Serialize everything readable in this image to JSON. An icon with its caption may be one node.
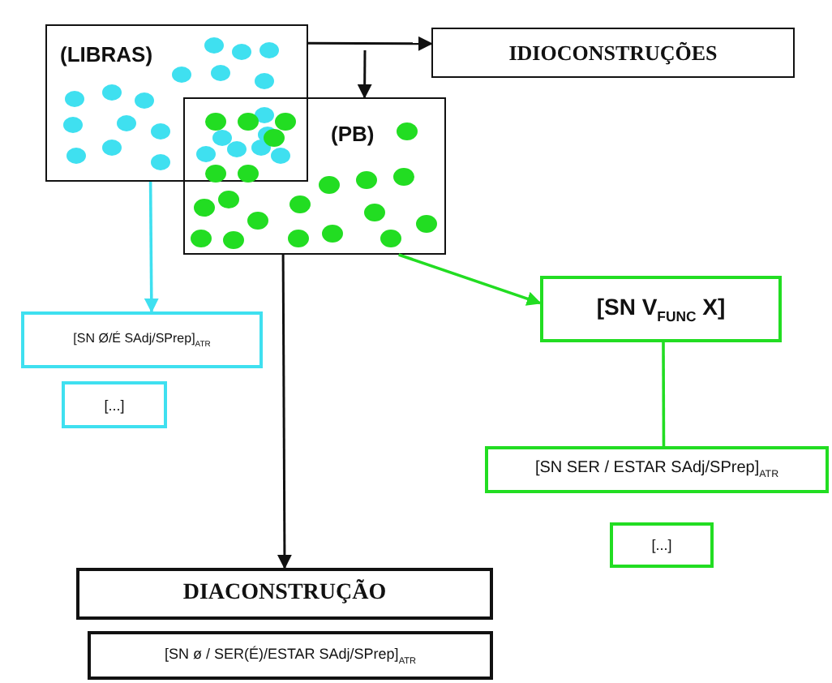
{
  "diagram": {
    "nodes": [
      {
        "text": [
          "(LIBRAS)"
        ]
      },
      {
        "text": [
          "(PB)"
        ]
      },
      {
        "text": [
          "IDIOCONSTRUÇÕES"
        ]
      },
      {
        "text": [
          "[SN Ø/É  SAdj/SPrep]$_{ATR}$"
        ]
      },
      {
        "text": [
          "[...]"
        ]
      },
      {
        "text": [
          "[SN V$_{FUNC}$ X]"
        ]
      },
      {
        "text": [
          "[SN SER / ESTAR SAdj/SPrep]$_{ATR}$"
        ]
      },
      {
        "text": [
          "[...]"
        ]
      },
      {
        "text": [
          "DIACONSTRUÇÃO"
        ]
      },
      {
        "text": [
          "[SN ø / SER(É)/ESTAR  SAdj/SPrep]$_{ATR}$"
        ]
      }
    ],
    "edges": [
      {
        "from": 0,
        "to": 2,
        "arrow": "to"
      },
      {
        "from": null,
        "to": 1,
        "arrow": "to"
      },
      {
        "from": 0,
        "to": 3,
        "arrow": "to",
        "color": "#3fe0f0"
      },
      {
        "from": 1,
        "to": 8,
        "arrow": "to"
      },
      {
        "from": 1,
        "to": 5,
        "arrow": "to",
        "color": "#22dd22"
      },
      {
        "from": 5,
        "to": 6,
        "arrow": "none",
        "color": "#22dd22"
      }
    ]
  }
}
